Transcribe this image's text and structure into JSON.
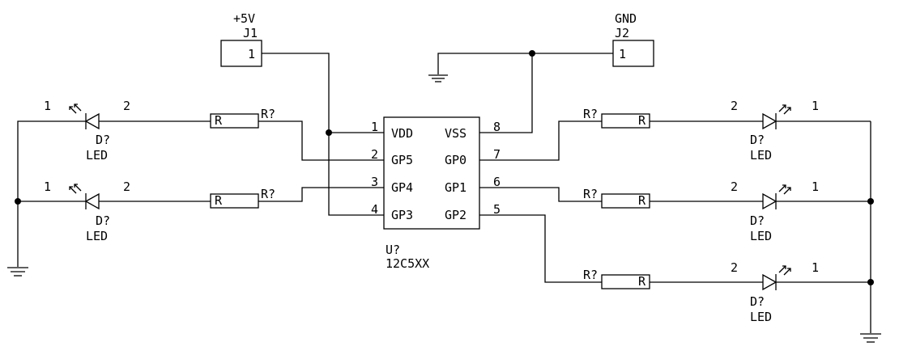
{
  "connectors": {
    "j1": {
      "net": "+5V",
      "ref": "J1",
      "pin": "1"
    },
    "j2": {
      "net": "GND",
      "ref": "J2",
      "pin": "1"
    }
  },
  "ic": {
    "ref": "U?",
    "part": "12C5XX",
    "pins": {
      "p1": {
        "num": "1",
        "name": "VDD"
      },
      "p2": {
        "num": "2",
        "name": "GP5"
      },
      "p3": {
        "num": "3",
        "name": "GP4"
      },
      "p4": {
        "num": "4",
        "name": "GP3"
      },
      "p5": {
        "num": "5",
        "name": "GP2"
      },
      "p6": {
        "num": "6",
        "name": "GP1"
      },
      "p7": {
        "num": "7",
        "name": "GP0"
      },
      "p8": {
        "num": "8",
        "name": "VSS"
      }
    }
  },
  "resistor": {
    "ref": "R?",
    "value": "R"
  },
  "led": {
    "ref": "D?",
    "value": "LED",
    "pin_a": "1",
    "pin_b": "2"
  }
}
